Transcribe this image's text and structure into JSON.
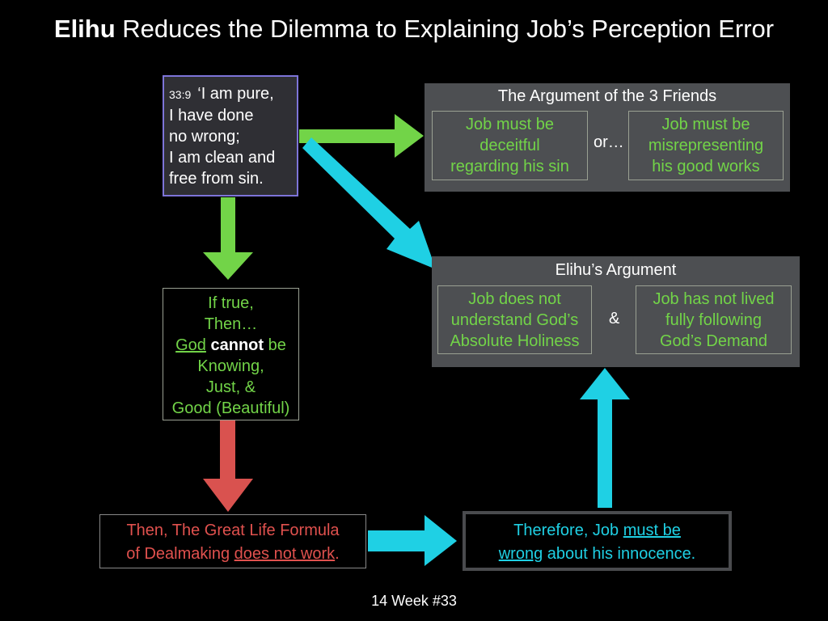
{
  "title": {
    "bold": "Elihu",
    "rest": " Reduces the Dilemma to Explaining Job’s Perception Error"
  },
  "quote": {
    "ref": "33:9",
    "lines": [
      "‘I am pure,",
      "I have done",
      "no wrong;",
      "I am clean and",
      "free from sin."
    ]
  },
  "friends": {
    "title": "The Argument of the 3 Friends",
    "left": [
      "Job must be",
      "deceitful",
      "regarding his sin"
    ],
    "connector": "or…",
    "right": [
      "Job must be",
      "misrepresenting",
      "his good works"
    ]
  },
  "elihu": {
    "title": "Elihu’s Argument",
    "left": [
      "Job does not",
      "understand God’s",
      "Absolute Holiness"
    ],
    "connector": "&",
    "right": [
      "Job has not lived",
      "fully following",
      "God’s Demand"
    ]
  },
  "iftrue": {
    "l1": "If true,",
    "l2": "Then…",
    "god": "God",
    "cannot": "cannot",
    "be": "be",
    "l4": "Knowing,",
    "l5": "Just, &",
    "l6": "Good (Beautiful)"
  },
  "formula": {
    "l1": "Then, The Great Life Formula",
    "l2a": "of Dealmaking ",
    "l2u": "does not work",
    "l2b": "."
  },
  "therefore": {
    "l1a": "Therefore, Job ",
    "l1u": "must be",
    "l2u": "wrong",
    "l2b": " about his innocence."
  },
  "footer": "14  Week #33",
  "colors": {
    "green": "#72d448",
    "cyan": "#1fd0e4",
    "red": "#d9524f",
    "purple": "#7d74d8",
    "panel": "#4d4f52"
  }
}
